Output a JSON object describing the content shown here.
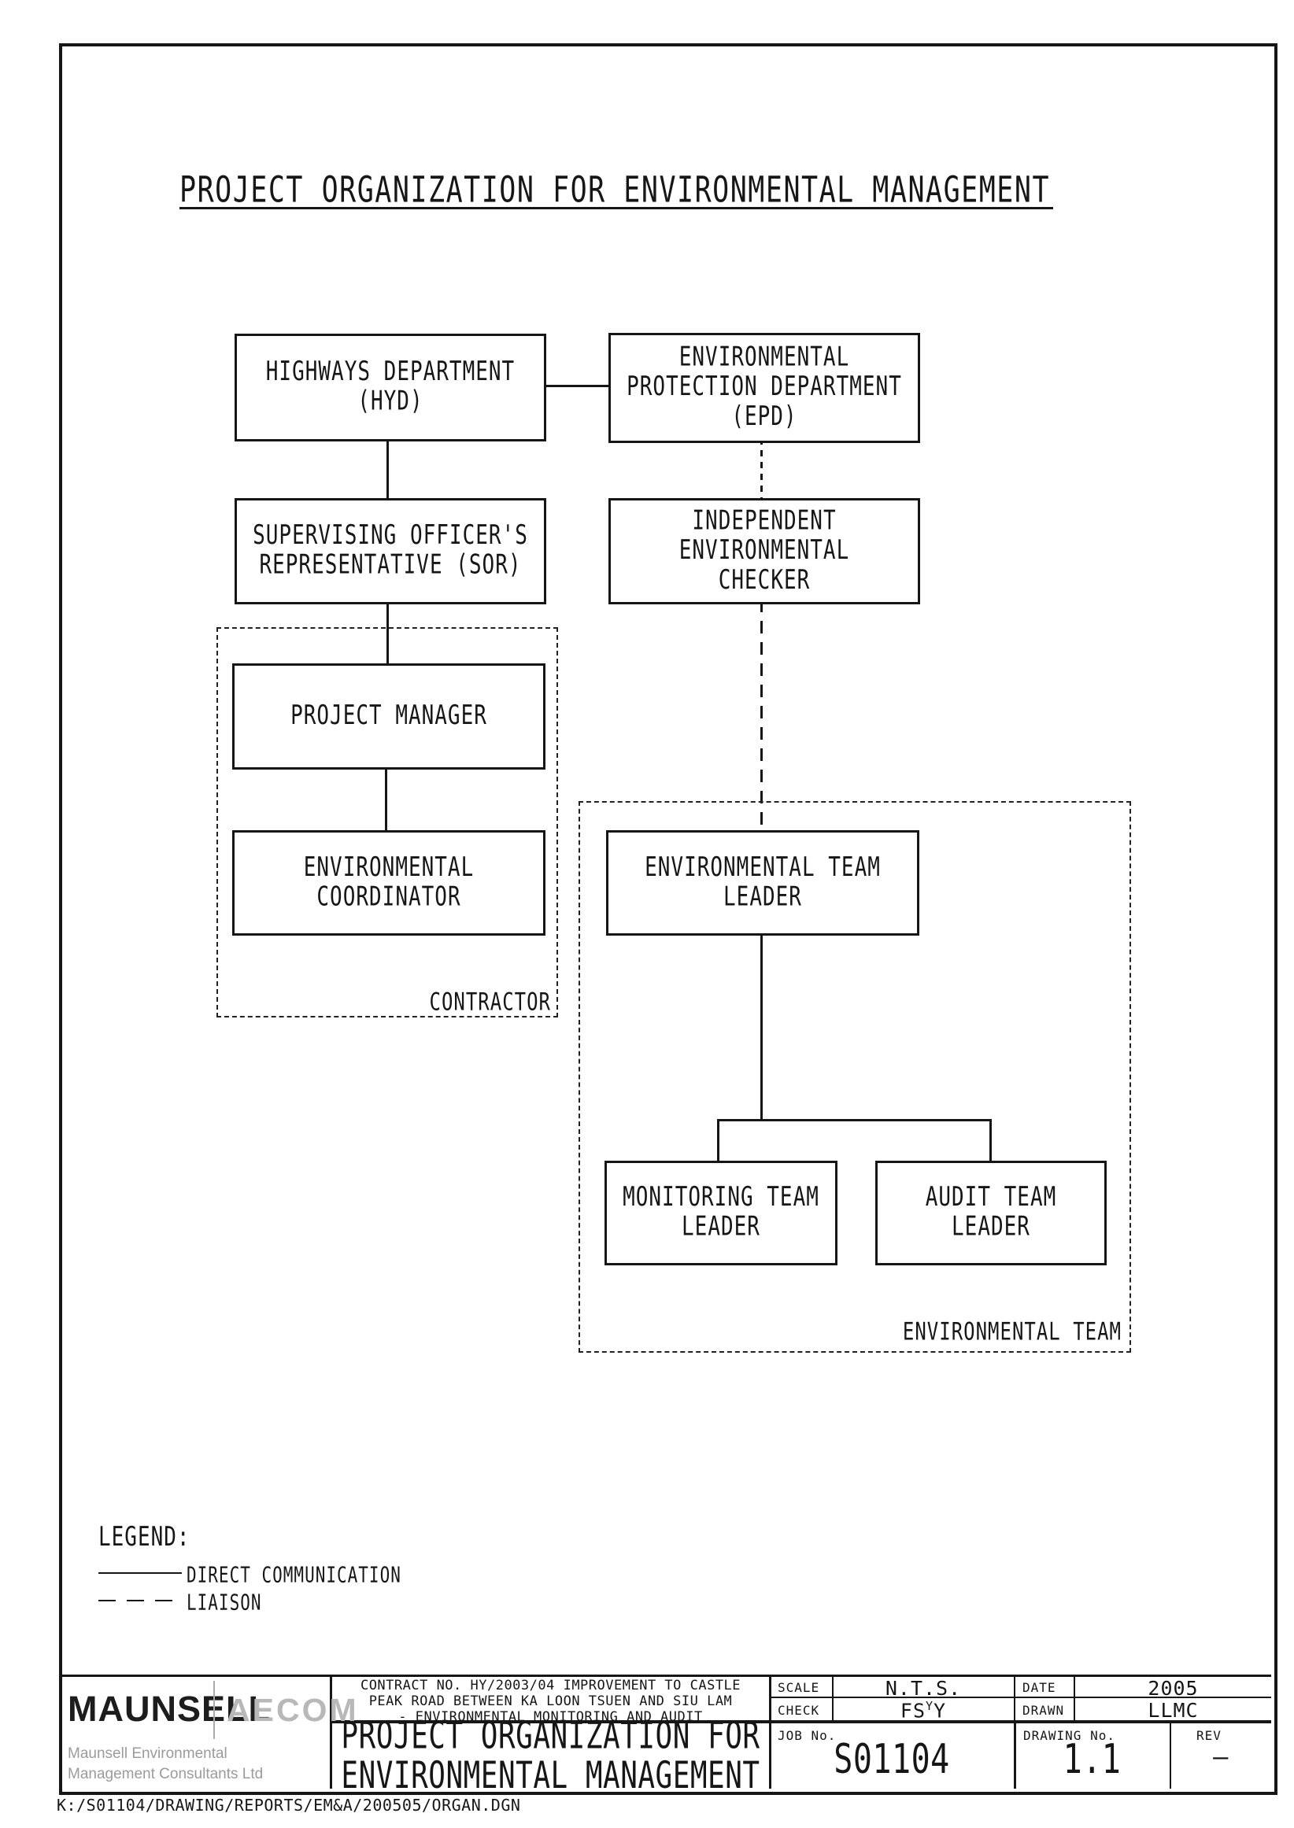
{
  "sheet": {
    "heading": "PROJECT ORGANIZATION FOR ENVIRONMENTAL MANAGEMENT",
    "file_path": "K:/S01104/DRAWING/REPORTS/EM&A/200505/ORGAN.DGN"
  },
  "org": {
    "hyd": {
      "label": "HIGHWAYS DEPARTMENT\n(HYD)"
    },
    "epd": {
      "label": "ENVIRONMENTAL\nPROTECTION DEPARTMENT\n(EPD)"
    },
    "sor": {
      "label": "SUPERVISING OFFICER'S\nREPRESENTATIVE (SOR)"
    },
    "iec": {
      "label": "INDEPENDENT\nENVIRONMENTAL\nCHECKER"
    },
    "pm": {
      "label": "PROJECT MANAGER"
    },
    "ec": {
      "label": "ENVIRONMENTAL\nCOORDINATOR"
    },
    "etl": {
      "label": "ENVIRONMENTAL TEAM\nLEADER"
    },
    "mtl": {
      "label": "MONITORING TEAM\nLEADER"
    },
    "atl": {
      "label": "AUDIT TEAM\nLEADER"
    },
    "groups": {
      "contractor": "CONTRACTOR",
      "environmental_team": "ENVIRONMENTAL TEAM"
    }
  },
  "legend": {
    "title": "LEGEND:",
    "items": [
      {
        "style": "solid",
        "label": "DIRECT COMMUNICATION"
      },
      {
        "style": "dashed",
        "label": "LIAISON"
      }
    ]
  },
  "title_block": {
    "brand": "MAUNSELL",
    "brand_partner": "AECOM",
    "brand_subtitle": "Maunsell Environmental\nManagement Consultants Ltd",
    "contract": "CONTRACT NO. HY/2003/04 IMPROVEMENT TO CASTLE\nPEAK ROAD BETWEEN KA LOON TSUEN AND SIU LAM\n- ENVIRONMENTAL MONITORING AND AUDIT",
    "drawing_title": "PROJECT ORGANIZATION FOR\nENVIRONMENTAL MANAGEMENT",
    "scale_label": "SCALE",
    "scale_value": "N.T.S.",
    "date_label": "DATE",
    "date_value": "2005",
    "check_label": "CHECK",
    "check_value": {
      "a": "FS",
      "sup": "Y",
      "b": "Y"
    },
    "drawn_label": "DRAWN",
    "drawn_value": "LLMC",
    "job_label": "JOB No.",
    "job_value": "S01104",
    "drawing_no_label": "DRAWING No.",
    "drawing_no_value": "1.1",
    "rev_label": "REV",
    "rev_value": "—"
  }
}
